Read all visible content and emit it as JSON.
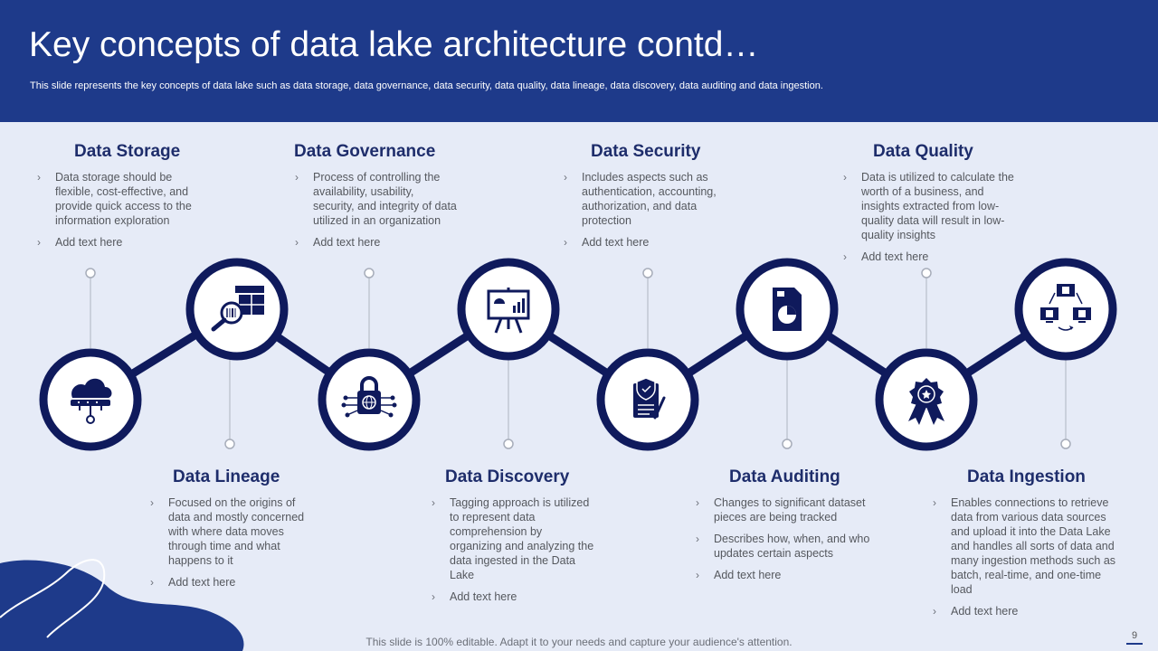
{
  "header": {
    "title": "Key concepts of data lake architecture contd…",
    "subtitle": "This slide represents the key concepts of data lake such as data storage, data governance, data security, data quality, data lineage, data discovery, data auditing and data ingestion."
  },
  "concepts": [
    {
      "title": "Data Storage",
      "icon": "cloud-database-icon",
      "bullets": [
        "Data storage should be flexible, cost-effective, and provide quick access to the information exploration",
        "Add text here"
      ]
    },
    {
      "title": "Data Governance",
      "icon": "barcode-inspection-icon",
      "bullets": [
        "Process of controlling the availability, usability, security, and integrity of data utilized in an organization",
        "Add text here"
      ]
    },
    {
      "title": "Data Lineage",
      "icon": "lock-network-icon",
      "bullets": [
        "Focused on the origins of data and mostly concerned with where data moves through time and what happens to it",
        "Add text here"
      ]
    },
    {
      "title": "Data Discovery",
      "icon": "presentation-board-icon",
      "bullets": [
        "Tagging approach is utilized to represent data comprehension by organizing and analyzing the data ingested in the Data Lake",
        "Add text here"
      ]
    },
    {
      "title": "Data Security",
      "icon": "shield-document-icon",
      "bullets": [
        "Includes aspects such as authentication, accounting, authorization, and data protection",
        "Add text here"
      ]
    },
    {
      "title": "Data Auditing",
      "icon": "report-chart-icon",
      "bullets": [
        "Changes to significant dataset pieces are being tracked",
        "Describes how, when, and who updates certain aspects",
        "Add text here"
      ]
    },
    {
      "title": "Data Quality",
      "icon": "award-badge-icon",
      "bullets": [
        "Data is utilized to calculate the worth of a business, and insights extracted from low-quality data will result in low-quality insights",
        "Add text here"
      ]
    },
    {
      "title": "Data Ingestion",
      "icon": "connected-computers-icon",
      "bullets": [
        "Enables connections to retrieve data from various data sources and upload it into the Data Lake and handles all sorts of data and many ingestion methods such as batch, real-time, and one-time load",
        "Add text here"
      ]
    }
  ],
  "colors": {
    "header": "#1e3a8a",
    "node_ring": "#0f1a5c",
    "background": "#e6ebf7",
    "heading": "#1e2d6b"
  },
  "footer": {
    "note": "This slide is 100% editable. Adapt it to your needs and capture your audience's attention.",
    "page": "9"
  }
}
